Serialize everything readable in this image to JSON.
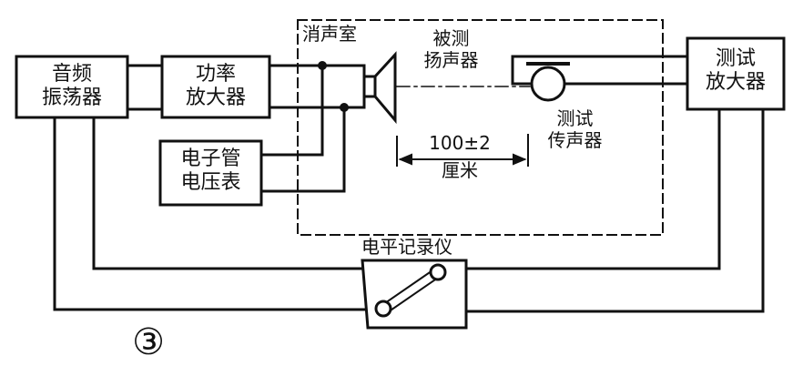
{
  "blocks": {
    "audio_oscillator": "音频\n振荡器",
    "power_amplifier": "功率\n放大器",
    "tube_voltmeter": "电子管\n电压表",
    "test_amplifier": "测试\n放大器"
  },
  "labels": {
    "anechoic_room": "消声室",
    "speaker_under_test": "被测\n扬声器",
    "test_microphone": "测试\n传声器",
    "distance_value": "100±2",
    "distance_unit": "厘米",
    "level_recorder": "电平记录仪",
    "figure_number": "③"
  },
  "icons": [
    "speaker-icon",
    "microphone-icon",
    "level-recorder-icon"
  ],
  "colors": {
    "ink": "#111111",
    "background": "#ffffff"
  }
}
